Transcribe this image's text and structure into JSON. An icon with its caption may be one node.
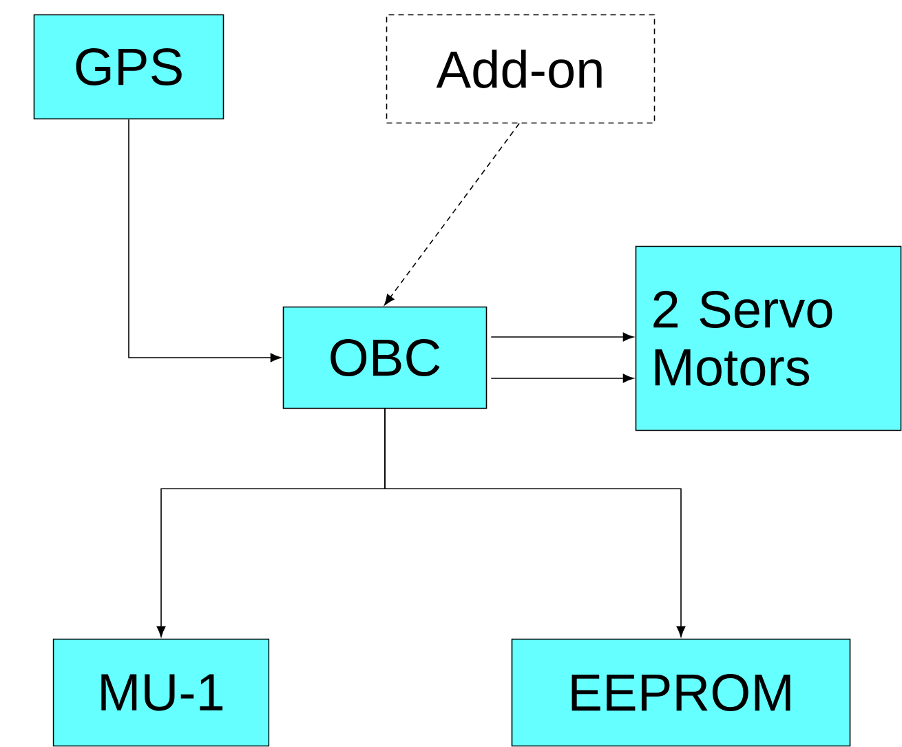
{
  "diagram": {
    "nodes": [
      {
        "text": [
          "GPS"
        ]
      },
      {
        "text": [
          "Add-on"
        ]
      },
      {
        "text": [
          "OBC"
        ]
      },
      {
        "text": [
          "2 Servo Motors"
        ]
      },
      {
        "text": [
          "MU-1"
        ]
      },
      {
        "text": [
          "EEPROM"
        ]
      }
    ],
    "edges": [
      {
        "from": 0,
        "to": 2,
        "arrow": "to"
      },
      {
        "from": 1,
        "to": 2,
        "arrow": "to",
        "style": "dashed"
      },
      {
        "from": 2,
        "to": 3,
        "arrow": "to"
      },
      {
        "from": 2,
        "to": 3,
        "arrow": "to"
      },
      {
        "from": 2,
        "to": 4,
        "arrow": "to"
      },
      {
        "from": 2,
        "to": 5,
        "arrow": "to"
      }
    ]
  }
}
